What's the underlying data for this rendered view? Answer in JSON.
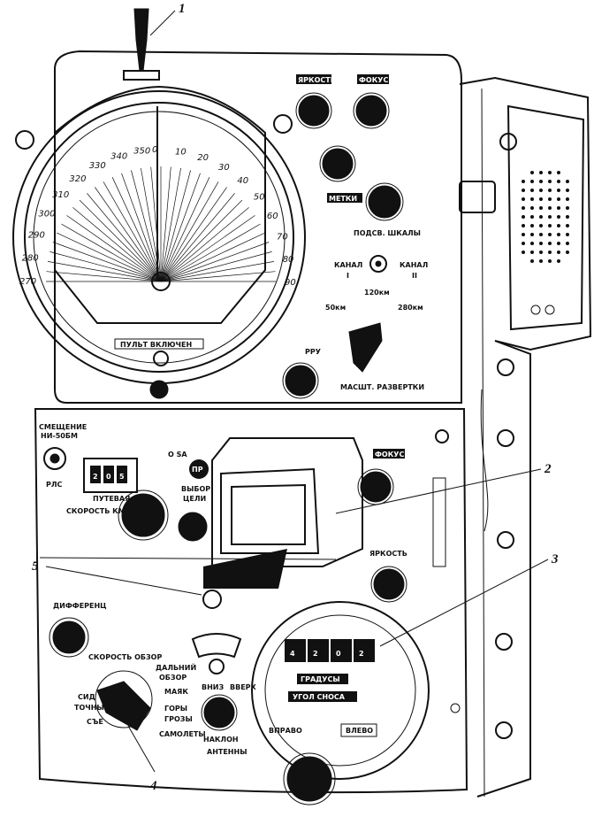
{
  "callouts": [
    "1",
    "2",
    "3",
    "4",
    "5"
  ],
  "upper_panel": {
    "brightness": "ЯРКОСТЬ",
    "focus": "ФОКУС",
    "marks": "МЕТКИ",
    "scale_light": "ПОДСВ. ШКАЛЫ",
    "channel_1_label": "КАНАЛ",
    "channel_1_num": "I",
    "channel_2_label": "КАНАЛ",
    "channel_2_num": "II",
    "range_50": "50км",
    "range_120": "120км",
    "range_280": "280км",
    "rru": "РРУ",
    "sweep_scale": "МАСШТ. РАЗВЕРТКИ",
    "remote_on": "ПУЛЬТ ВКЛЮЧЕН"
  },
  "dial": {
    "left_labels": [
      "350",
      "340",
      "330",
      "320",
      "310",
      "300",
      "290",
      "280",
      "270"
    ],
    "right_labels": [
      "0",
      "10",
      "20",
      "30",
      "40",
      "50",
      "60",
      "70",
      "80",
      "90"
    ]
  },
  "lower_panel": {
    "offset_line1": "СМЕЩЕНИЕ",
    "offset_line2": "НИ-50БМ",
    "rls": "РЛС",
    "speed_line1": "ПУТЕВАЯ",
    "speed_line2": "СКОРОСТЬ КМ",
    "counter": [
      "2",
      "0",
      "5"
    ],
    "o_sa": "О SA",
    "pr": "ПР",
    "target_line1": "ВЫБОР",
    "target_line2": "ЦЕЛИ",
    "focus": "ФОКУС",
    "brightness": "ЯРКОСТЬ",
    "differential": "ДИФФЕРЕНЦ",
    "scan_speed": "СКОРОСТЬ ОБЗОР",
    "far_line1": "ДАЛЬНИЙ",
    "far_line2": "ОБЗОР",
    "beacon": "МАЯК",
    "mountains": "ГОРЫ",
    "storm": "ГРОЗЫ",
    "aircraft": "САМОЛЕТЫ",
    "mode_l1": "СИД",
    "mode_l2": "ТОЧНЫ",
    "mode_l3": "СЪЕ",
    "down": "ВНИЗ",
    "up": "ВВЕРХ",
    "tilt_line1": "НАКЛОН",
    "tilt_line2": "АНТЕННЫ",
    "drift_digits": [
      "4",
      "2",
      "0",
      "2"
    ],
    "degrees": "ГРАДУСЫ",
    "drift_angle": "УГОЛ СНОСА",
    "right": "ВПРАВО",
    "left": "ВЛЕВО"
  }
}
